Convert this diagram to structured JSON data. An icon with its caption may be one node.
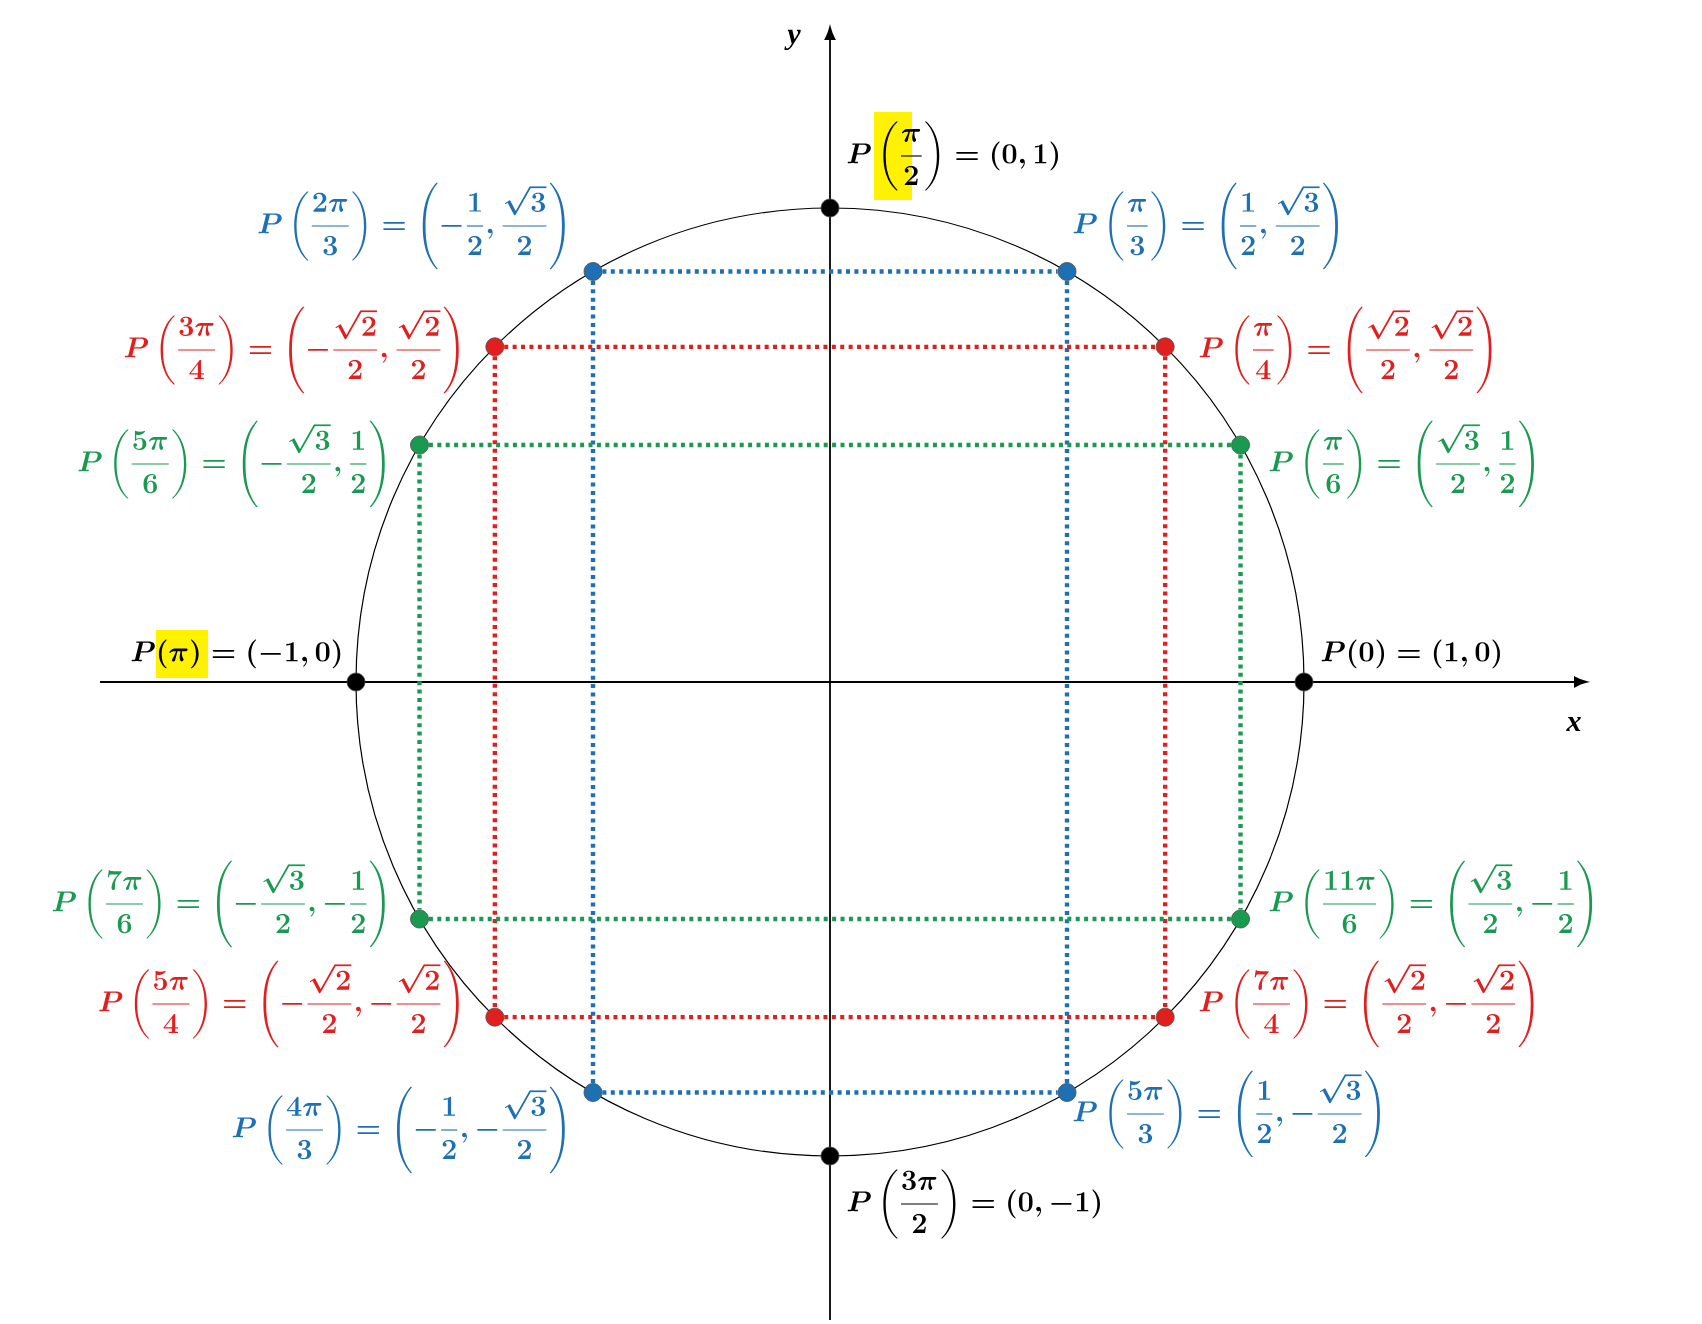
{
  "diagram": {
    "nodes": [
      {
        "text": [],
        "shape": "circle",
        "beside": [
          "P\\left(\\frac{\\pi}{2}\\right)=(0,1)"
        ]
      },
      {
        "text": [],
        "shape": "circle",
        "beside": [
          "P\\left(\\frac{2\\pi}{3}\\right)=\\left(-\\frac{1}{2},\\frac{\\sqrt{3}}{2}\\right)"
        ]
      },
      {
        "text": [],
        "shape": "circle",
        "beside": [
          "P\\left(\\frac{\\pi}{3}\\right)=\\left(\\frac{1}{2},\\frac{\\sqrt{3}}{2}\\right)"
        ]
      },
      {
        "text": [],
        "shape": "circle",
        "beside": [
          "P\\left(\\frac{3\\pi}{4}\\right)=\\left(-\\frac{\\sqrt{2}}{2},\\frac{\\sqrt{2}}{2}\\right)"
        ]
      },
      {
        "text": [],
        "shape": "circle",
        "beside": [
          "P\\left(\\frac{\\pi}{4}\\right)=\\left(\\frac{\\sqrt{2}}{2},\\frac{\\sqrt{2}}{2}\\right)"
        ]
      },
      {
        "text": [],
        "shape": "circle",
        "beside": [
          "P\\left(\\frac{5\\pi}{6}\\right)=\\left(-\\frac{\\sqrt{3}}{2},\\frac{1}{2}\\right)"
        ]
      },
      {
        "text": [],
        "shape": "circle",
        "beside": [
          "P\\left(\\frac{\\pi}{6}\\right)=\\left(\\frac{\\sqrt{3}}{2},\\frac{1}{2}\\right)"
        ]
      },
      {
        "text": [],
        "shape": "circle",
        "beside": [
          "P(\\pi)=(-1,0)"
        ]
      },
      {
        "text": [],
        "shape": "circle",
        "beside": [
          "P(0)=(1,0)"
        ]
      },
      {
        "text": [],
        "shape": "circle",
        "beside": [
          "P\\left(\\frac{7\\pi}{6}\\right)=\\left(-\\frac{\\sqrt{3}}{2},-\\frac{1}{2}\\right)"
        ]
      },
      {
        "text": [],
        "shape": "circle",
        "beside": [
          "P\\left(\\frac{11\\pi}{6}\\right)=\\left(\\frac{\\sqrt{3}}{2},-\\frac{1}{2}\\right)"
        ]
      },
      {
        "text": [],
        "shape": "circle",
        "beside": [
          "P\\left(\\frac{5\\pi}{4}\\right)=\\left(-\\frac{\\sqrt{2}}{2},-\\frac{\\sqrt{2}}{2}\\right)"
        ]
      },
      {
        "text": [],
        "shape": "circle",
        "beside": [
          "P\\left(\\frac{7\\pi}{4}\\right)=\\left(\\frac{\\sqrt{2}}{2},-\\frac{\\sqrt{2}}{2}\\right)"
        ]
      },
      {
        "text": [],
        "shape": "circle",
        "beside": [
          "P\\left(\\frac{4\\pi}{3}\\right)=\\left(-\\frac{1}{2},-\\frac{\\sqrt{3}}{2}\\right)"
        ]
      },
      {
        "text": [],
        "shape": "circle",
        "beside": [
          "P\\left(\\frac{5\\pi}{3}\\right)=\\left(\\frac{1}{2},-\\frac{\\sqrt{3}}{2}\\right)"
        ]
      },
      {
        "text": [],
        "shape": "circle",
        "beside": [
          "P\\left(\\frac{3\\pi}{2}\\right)=(0,-1)"
        ]
      }
    ],
    "edges": [
      {
        "from": 1,
        "to": 2,
        "arrow": "none",
        "style": "dashed",
        "color": "#1f6fb4"
      },
      {
        "from": 1,
        "to": 13,
        "arrow": "none",
        "style": "dashed",
        "color": "#1f6fb4"
      },
      {
        "from": 2,
        "to": 14,
        "arrow": "none",
        "style": "dashed",
        "color": "#1f6fb4"
      },
      {
        "from": 13,
        "to": 14,
        "arrow": "none",
        "style": "dashed",
        "color": "#1f6fb4"
      },
      {
        "from": 3,
        "to": 4,
        "arrow": "none",
        "style": "dashed",
        "color": "#e0201e"
      },
      {
        "from": 3,
        "to": 11,
        "arrow": "none",
        "style": "dashed",
        "color": "#e0201e"
      },
      {
        "from": 4,
        "to": 12,
        "arrow": "none",
        "style": "dashed",
        "color": "#e0201e"
      },
      {
        "from": 11,
        "to": 12,
        "arrow": "none",
        "style": "dashed",
        "color": "#e0201e"
      },
      {
        "from": 5,
        "to": 6,
        "arrow": "none",
        "style": "dashed",
        "color": "#1a9a50"
      },
      {
        "from": 5,
        "to": 9,
        "arrow": "none",
        "style": "dashed",
        "color": "#1a9a50"
      },
      {
        "from": 6,
        "to": 10,
        "arrow": "none",
        "style": "dashed",
        "color": "#1a9a50"
      },
      {
        "from": 9,
        "to": 10,
        "arrow": "none",
        "style": "dashed",
        "color": "#1a9a50"
      }
    ],
    "labels": [
      "y",
      "x"
    ]
  }
}
